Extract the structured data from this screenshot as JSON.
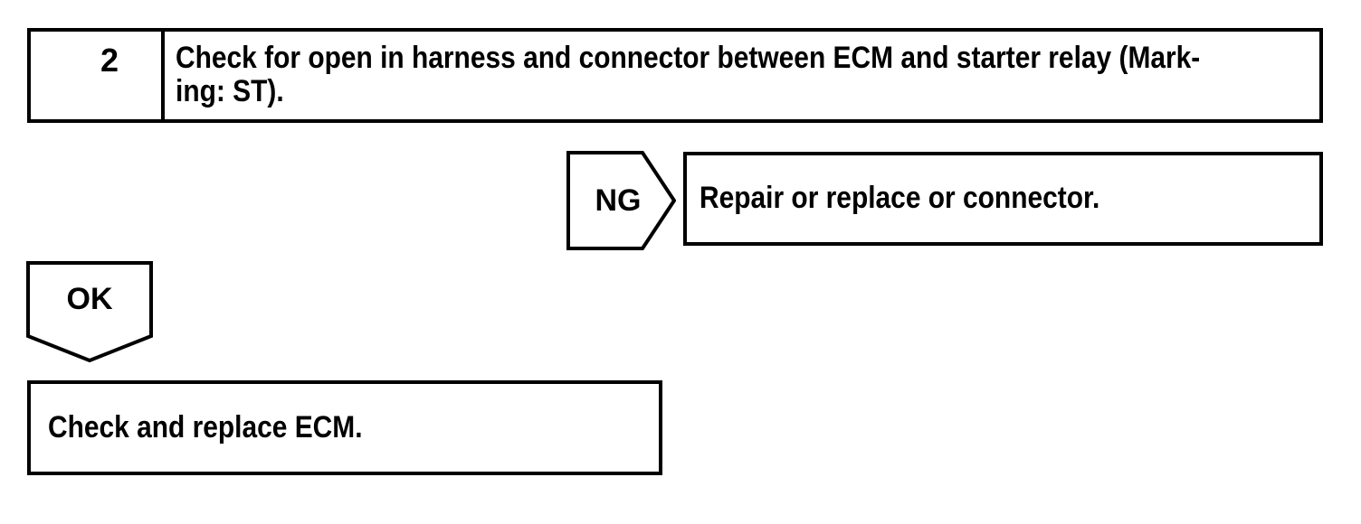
{
  "page": {
    "background_color": "#ffffff",
    "line_color": "#000000"
  },
  "flowchart": {
    "step_box": {
      "number": "2",
      "text_lines": [
        "Check for open in harness and connector between ECM and starter relay (Mark-",
        "ing: ST)."
      ]
    },
    "ng_branch": {
      "connector_label": "NG",
      "action_text": "Repair or replace or connector."
    },
    "ok_branch": {
      "connector_label": "OK",
      "action_text": "Check and replace ECM."
    }
  }
}
